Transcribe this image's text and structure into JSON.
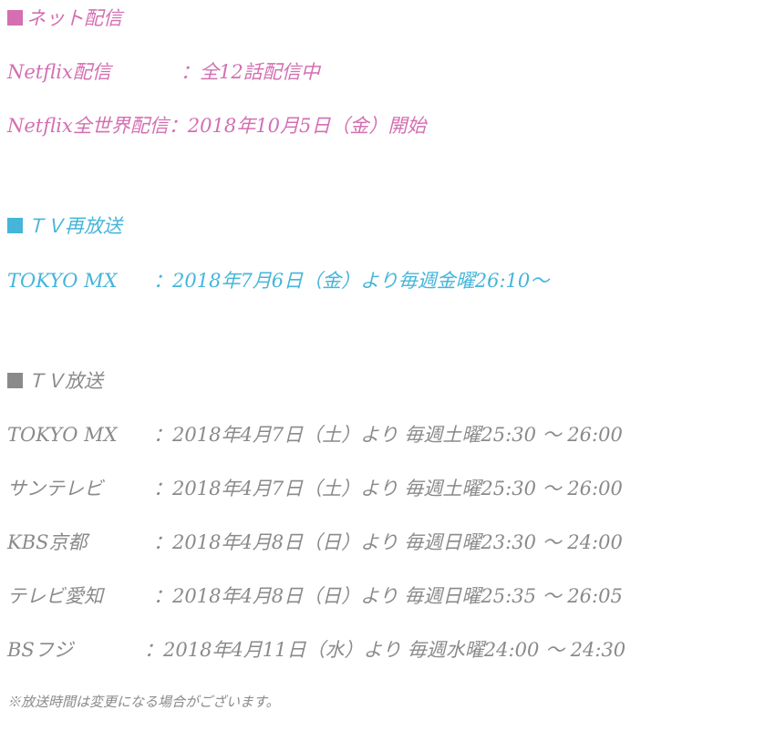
{
  "colors": {
    "net": "#d46fb1",
    "rerun": "#45b5da",
    "tv": "#8a8a8a"
  },
  "net": {
    "heading": "ネット配信",
    "rows": [
      {
        "label": "Netflix配信",
        "value": "：全12話配信中"
      },
      {
        "label": "Netflix全世界配信",
        "value": "：2018年10月5日（金）開始"
      }
    ]
  },
  "rerun": {
    "heading": "ＴＶ再放送",
    "rows": [
      {
        "label": "TOKYO MX",
        "value": "：2018年7月6日（金）より毎週金曜26:10～"
      }
    ]
  },
  "tv": {
    "heading": "ＴＶ放送",
    "rows": [
      {
        "label": "TOKYO MX",
        "value": "：2018年4月7日（土）より 毎週土曜25:30 ～ 26:00"
      },
      {
        "label": "サンテレビ",
        "value": "：2018年4月7日（土）より 毎週土曜25:30 ～ 26:00"
      },
      {
        "label": "KBS京都",
        "value": "：2018年4月8日（日）より 毎週日曜23:30 ～ 24:00"
      },
      {
        "label": "テレビ愛知",
        "value": "：2018年4月8日（日）より 毎週日曜25:35 ～ 26:05"
      },
      {
        "label": "BSフジ",
        "value": "：2018年4月11日（水）より 毎週水曜24:00 ～ 24:30"
      }
    ],
    "note": "※放送時間は変更になる場合がございます。"
  }
}
